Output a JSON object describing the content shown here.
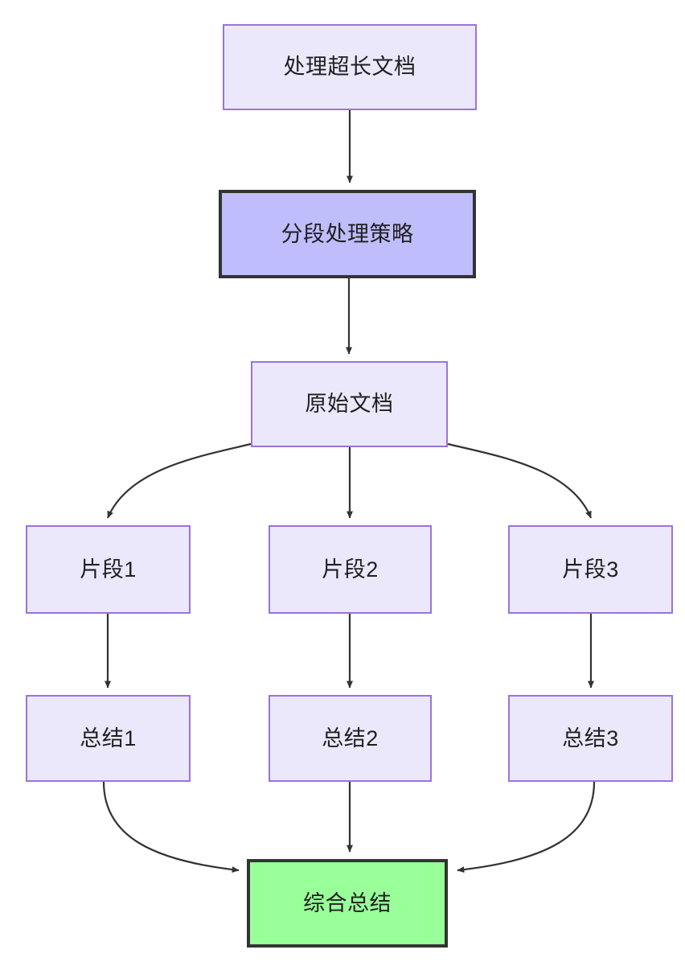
{
  "diagram": {
    "type": "flowchart",
    "direction": "top-to-bottom",
    "background": "#ffffff",
    "palette": {
      "node_fill": "#ebe8fc",
      "node_border": "#9a72e0",
      "emphasis_fill": "#bfbdfc",
      "emphasis_border": "#333333",
      "result_fill": "#99ff99",
      "result_border": "#333333",
      "edge_color": "#333333",
      "text_color": "#1f1f1f"
    },
    "nodes": {
      "start": {
        "label": "处理超长文档",
        "style": "normal"
      },
      "strategy": {
        "label": "分段处理策略",
        "style": "emphasis"
      },
      "source": {
        "label": "原始文档",
        "style": "normal"
      },
      "fragment1": {
        "label": "片段1",
        "style": "normal"
      },
      "fragment2": {
        "label": "片段2",
        "style": "normal"
      },
      "fragment3": {
        "label": "片段3",
        "style": "normal"
      },
      "summary1": {
        "label": "总结1",
        "style": "normal"
      },
      "summary2": {
        "label": "总结2",
        "style": "normal"
      },
      "summary3": {
        "label": "总结3",
        "style": "normal"
      },
      "final": {
        "label": "综合总结",
        "style": "result"
      }
    },
    "edges": [
      {
        "from": "start",
        "to": "strategy",
        "shape": "straight"
      },
      {
        "from": "strategy",
        "to": "source",
        "shape": "straight"
      },
      {
        "from": "source",
        "to": "fragment1",
        "shape": "curved"
      },
      {
        "from": "source",
        "to": "fragment2",
        "shape": "straight"
      },
      {
        "from": "source",
        "to": "fragment3",
        "shape": "curved"
      },
      {
        "from": "fragment1",
        "to": "summary1",
        "shape": "straight"
      },
      {
        "from": "fragment2",
        "to": "summary2",
        "shape": "straight"
      },
      {
        "from": "fragment3",
        "to": "summary3",
        "shape": "straight"
      },
      {
        "from": "summary1",
        "to": "final",
        "shape": "curved"
      },
      {
        "from": "summary2",
        "to": "final",
        "shape": "straight"
      },
      {
        "from": "summary3",
        "to": "final",
        "shape": "curved"
      }
    ]
  }
}
